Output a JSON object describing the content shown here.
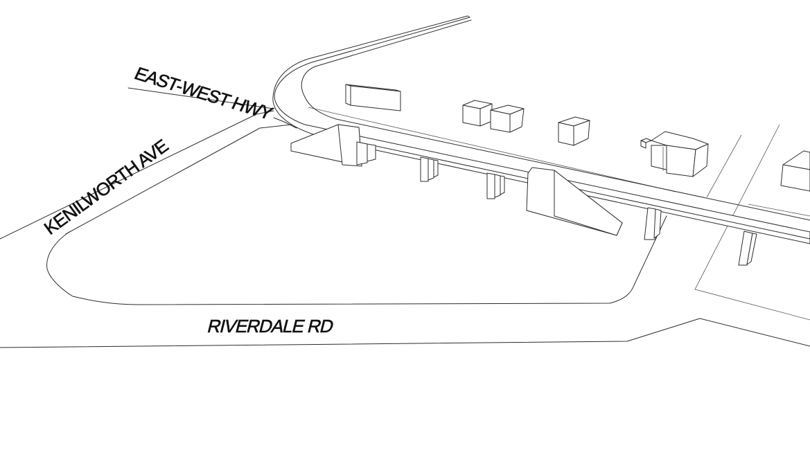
{
  "streets": {
    "east_west": "EAST-WEST HWY",
    "kenilworth": "KENILWORTH AVE",
    "riverdale": "RIVERDALE RD"
  }
}
